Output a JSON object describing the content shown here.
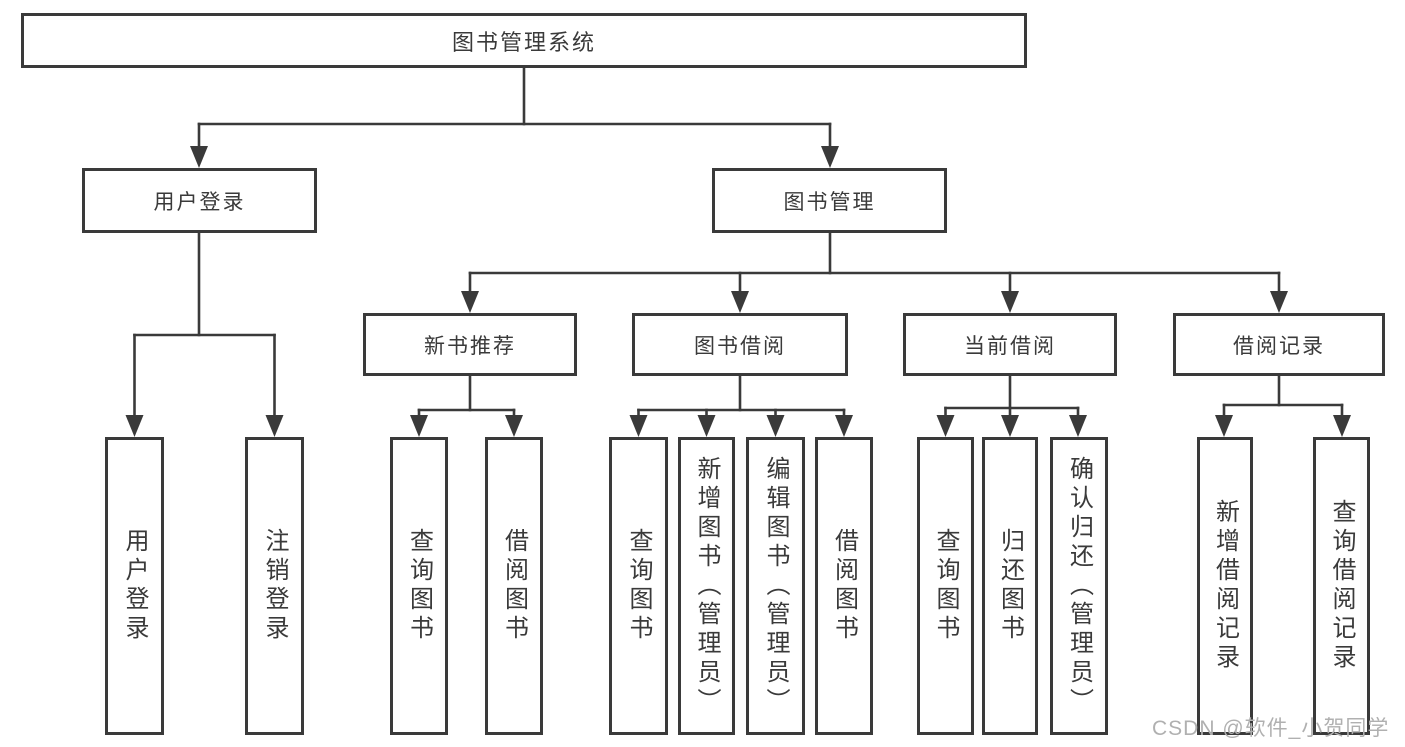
{
  "diagram": {
    "type": "hierarchy-tree",
    "title": "图书管理系统",
    "nodes": {
      "root": "图书管理系统",
      "user_login": "用户登录",
      "book_mgmt": "图书管理",
      "new_books": "新书推荐",
      "book_borrow": "图书借阅",
      "current_borrow": "当前借阅",
      "borrow_records": "借阅记录",
      "leaf_user_login": "用户登录",
      "leaf_logout": "注销登录",
      "leaf_nb_query": "查询图书",
      "leaf_nb_borrow": "借阅图书",
      "leaf_bb_query": "查询图书",
      "leaf_bb_add": "新增图书（管理员）",
      "leaf_bb_edit": "编辑图书（管理员）",
      "leaf_bb_borrow": "借阅图书",
      "leaf_cb_query": "查询图书",
      "leaf_cb_return": "归还图书",
      "leaf_cb_confirm": "确认归还（管理员）",
      "leaf_br_add": "新增借阅记录",
      "leaf_br_query": "查询借阅记录"
    },
    "structure": {
      "图书管理系统": {
        "用户登录": [
          "用户登录",
          "注销登录"
        ],
        "图书管理": {
          "新书推荐": [
            "查询图书",
            "借阅图书"
          ],
          "图书借阅": [
            "查询图书",
            "新增图书（管理员）",
            "编辑图书（管理员）",
            "借阅图书"
          ],
          "当前借阅": [
            "查询图书",
            "归还图书",
            "确认归还（管理员）"
          ],
          "借阅记录": [
            "新增借阅记录",
            "查询借阅记录"
          ]
        }
      }
    },
    "colors": {
      "line": "#3a3a3a",
      "box_border": "#3a3a3a",
      "box_bg": "#ffffff",
      "text": "#3a3a3a",
      "watermark": "#b0b0b0"
    }
  },
  "watermark": {
    "text": "CSDN @软件_小贺同学"
  }
}
